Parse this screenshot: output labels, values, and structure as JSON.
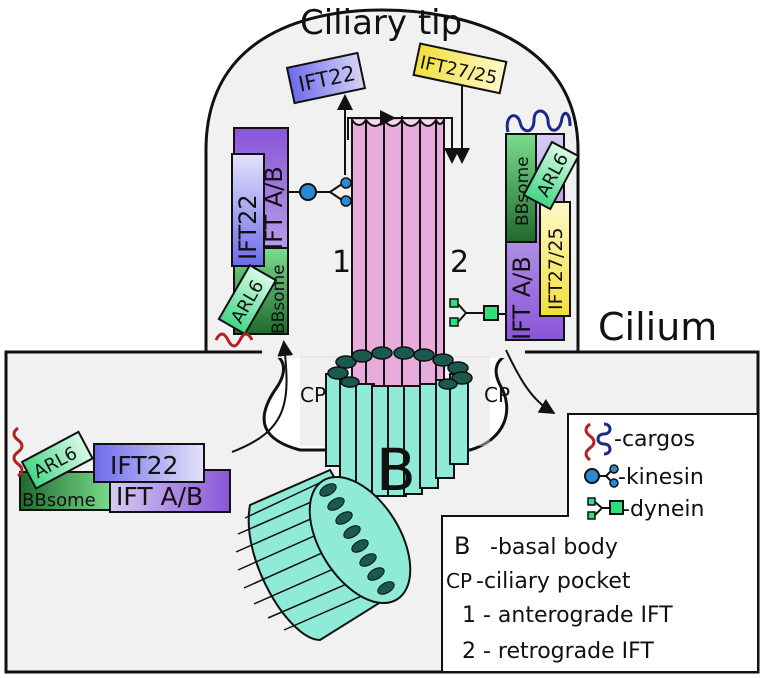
{
  "title": "Ciliary tip",
  "cilium_label": "Cilium",
  "pathway_numbers": {
    "anterograde": "1",
    "retrograde": "2"
  },
  "pocket_labels": {
    "left": "CP",
    "right": "CP"
  },
  "basal_body_label": "B",
  "proteins": {
    "ift22": "IFT22",
    "ift_ab": "IFT A/B",
    "ift27_25": "IFT27/25",
    "arl6": "ARL6",
    "bbsome": "BBsome"
  },
  "legend": {
    "cargos": "-cargos",
    "kinesin": "-kinesin",
    "dynein": "-dynein",
    "b_key": "B",
    "b_desc": "-basal body",
    "cp_key": "CP",
    "cp_desc": "-ciliary pocket",
    "anterograde": "1 - anterograde IFT",
    "retrograde": "2 - retrograde IFT"
  },
  "colors": {
    "ift22": "#8f86ee",
    "ift_ab": "#8a55d8",
    "ift27_25": "#f3e45e",
    "arl6": "#5be395",
    "bbsome": "#2c8f3a",
    "axoneme": "#e8acdc",
    "basal_body": "#90ead8",
    "basal_body_dark": "#1a5a4e",
    "cargo_red": "#b32121",
    "cargo_blue": "#1b2a8a",
    "kinesin": "#2a8ad4",
    "dynein": "#2ee07a",
    "cell": "#f1f1f1"
  }
}
